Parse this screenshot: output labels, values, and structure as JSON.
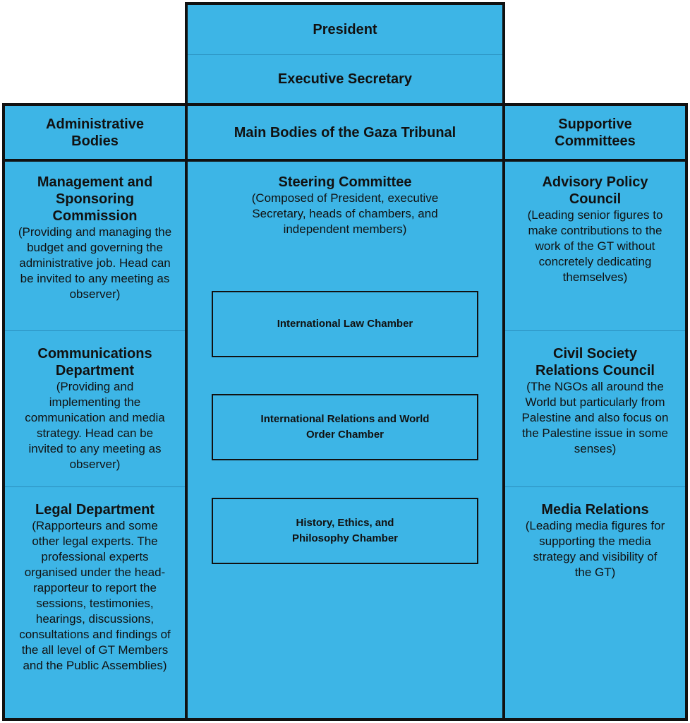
{
  "top": {
    "president": "President",
    "executive_secretary": "Executive Secretary"
  },
  "headers": {
    "left": "Administrative Bodies",
    "center": "Main Bodies of the Gaza Tribunal",
    "right": "Supportive Committees"
  },
  "left": [
    {
      "title": "Management and Sponsoring Commission",
      "desc": "(Providing and managing the budget and governing the administrative job. Head can be invited to any meeting as observer)"
    },
    {
      "title": "Communications Department",
      "desc": "(Providing and implementing the communication and media strategy. Head can be invited to any meeting as observer)"
    },
    {
      "title": "Legal Department",
      "desc": "(Rapporteurs and some other legal experts. The professional experts organised under the head-rapporteur to report the sessions, testimonies, hearings, discussions, consultations and findings of the all level of GT Members and the Public Assemblies)"
    }
  ],
  "center": {
    "title": "Steering Committee",
    "desc": "(Composed of President, executive Secretary, heads of chambers, and independent  members)",
    "chambers": [
      "International Law Chamber",
      "International Relations and World Order Chamber",
      "History, Ethics, and Philosophy Chamber"
    ]
  },
  "right": [
    {
      "title": "Advisory Policy Council",
      "desc": "(Leading senior figures to make contributions to the work of the GT without concretely dedicating themselves)"
    },
    {
      "title": "Civil Society Relations Council",
      "desc": "(The NGOs all around the World but particularly from Palestine and also focus on the Palestine issue in some senses)"
    },
    {
      "title": "Media Relations",
      "desc": "(Leading media figures for supporting the media strategy and visibility of the GT)"
    }
  ]
}
